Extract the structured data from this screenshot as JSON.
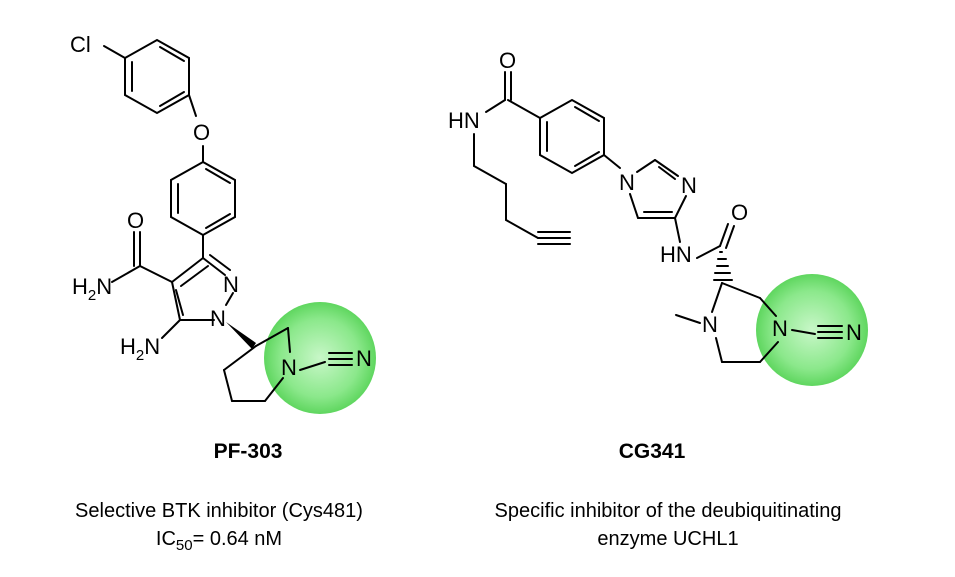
{
  "compounds": [
    {
      "name": "PF-303",
      "description_line1": "Selective BTK inhibitor (Cys481)",
      "ic50_prefix": "IC",
      "ic50_subscript": "50",
      "ic50_value": "= 0.64 nM",
      "atoms": {
        "cl": "Cl",
        "o": "O",
        "o_amide": "O",
        "h2n_1": "H",
        "h2n_1_sub": "2",
        "h2n_1_n": "N",
        "h2n_2": "H",
        "h2n_2_sub": "2",
        "h2n_2_n": "N",
        "n1": "N",
        "n2": "N",
        "n_pip": "N",
        "n_nitrile": "N"
      }
    },
    {
      "name": "CG341",
      "description_line1": "Specific inhibitor of the deubiquitinating",
      "description_line2": "enzyme UCHL1",
      "atoms": {
        "hn": "HN",
        "o_top": "O",
        "n_im1": "N",
        "n_im2": "N",
        "hn2": "HN",
        "o_amide": "O",
        "n_me": "N",
        "n_pz": "N",
        "n_nitrile": "N"
      }
    }
  ],
  "highlight_color": "#6fe06f"
}
